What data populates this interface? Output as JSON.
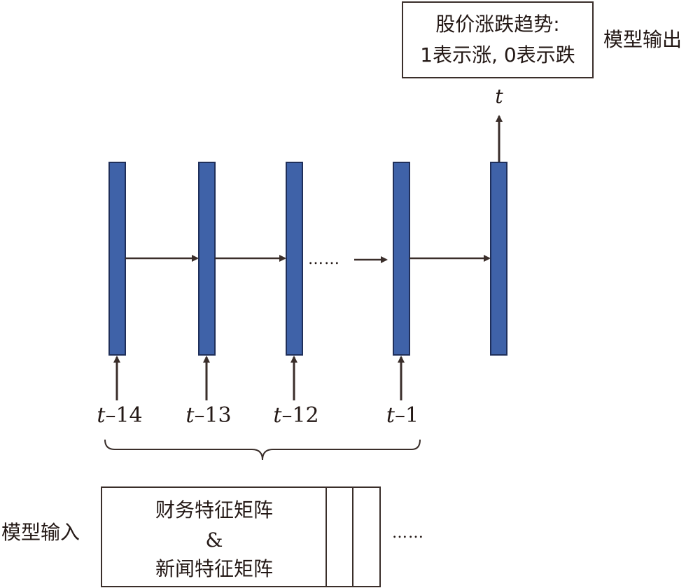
{
  "output": {
    "box_line1": "股价涨跌趋势:",
    "box_line2": "1表示涨, 0表示跌",
    "side_label": "模型输出",
    "time_label": "t"
  },
  "steps": [
    {
      "t": "t",
      "offset": "–14"
    },
    {
      "t": "t",
      "offset": "–13"
    },
    {
      "t": "t",
      "offset": "–12"
    },
    {
      "t": "t",
      "offset": "–1"
    }
  ],
  "ellipsis_mid": "……",
  "input": {
    "side_label": "模型输入",
    "line1": "财务特征矩阵",
    "line2": "&",
    "line3": "新闻特征矩阵",
    "trailing_ellipsis": "……"
  },
  "colors": {
    "cell_fill": "#3f62a8",
    "cell_stroke": "#1f2f5a",
    "line": "#3a2e2a"
  }
}
